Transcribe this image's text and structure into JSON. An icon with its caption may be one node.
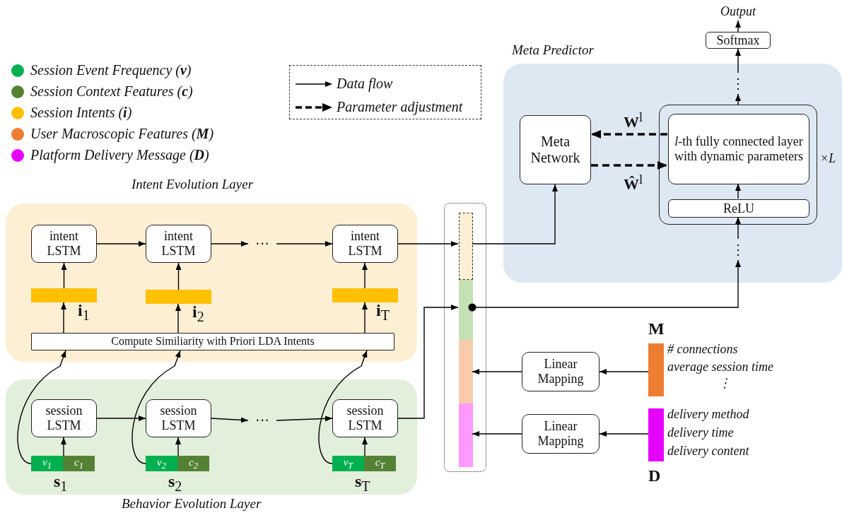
{
  "diagram": {
    "nodes": [
      {
        "text": [
          "Intent Evolution Layer"
        ]
      },
      {
        "text": [
          "intent LSTM"
        ],
        "in": 0
      },
      {
        "text": [
          "intent LSTM"
        ],
        "in": 0
      },
      {
        "text": [
          "···"
        ],
        "in": 0
      },
      {
        "text": [
          "intent LSTM"
        ],
        "in": 0
      },
      {
        "text": [],
        "shape": "bar",
        "beside": [
          "**i**$_{1}$"
        ],
        "in": 0
      },
      {
        "text": [],
        "shape": "bar",
        "beside": [
          "**i**$_{2}$"
        ],
        "in": 0
      },
      {
        "text": [],
        "shape": "bar",
        "beside": [
          "**i**$_{T}$"
        ],
        "in": 0
      },
      {
        "text": [
          "Compute Similiarity with Priori LDA Intents"
        ],
        "in": 0
      },
      {
        "text": [
          "Behavior Evolution Layer"
        ]
      },
      {
        "text": [
          "session LSTM"
        ],
        "in": 9
      },
      {
        "text": [
          "session LSTM"
        ],
        "in": 9
      },
      {
        "text": [
          "···"
        ],
        "in": 9
      },
      {
        "text": [
          "session LSTM"
        ],
        "in": 9
      },
      {
        "text": [
          "*v*$_{1}$",
          "*c*$_{1}$"
        ],
        "beside": [
          "**s**$_{1}$"
        ],
        "in": 9
      },
      {
        "text": [
          "*v*$_{2}$",
          "*c*$_{2}$"
        ],
        "beside": [
          "**s**$_{2}$"
        ],
        "in": 9
      },
      {
        "text": [
          "*v*$_{T}$",
          "*c*$_{T}$"
        ],
        "beside": [
          "**s**$_{T}$"
        ],
        "in": 9
      },
      {
        "text": [],
        "shape": "box"
      },
      {
        "text": [],
        "shape": "bar",
        "in": 17
      },
      {
        "text": [],
        "shape": "bar",
        "in": 17
      },
      {
        "text": [],
        "shape": "bar",
        "in": 17
      },
      {
        "text": [],
        "shape": "bar",
        "in": 17
      },
      {
        "text": [
          "Meta Predictor"
        ]
      },
      {
        "text": [
          "Meta Network"
        ],
        "in": 22
      },
      {
        "text": [],
        "shape": "box",
        "beside": [
          "×*L*"
        ],
        "in": 22
      },
      {
        "text": [
          "*l*-th fully connected layer with dynamic parameters"
        ],
        "in": 24
      },
      {
        "text": [
          "ReLU"
        ],
        "in": 24
      },
      {
        "text": [
          "⋮"
        ],
        "in": 22
      },
      {
        "text": [
          "⋮"
        ],
        "in": 22
      },
      {
        "text": [
          "Softmax"
        ]
      },
      {
        "text": [
          "Output"
        ]
      },
      {
        "text": [
          "Linear Mapping"
        ]
      },
      {
        "text": [
          "Linear Mapping"
        ]
      },
      {
        "text": [],
        "shape": "bar",
        "beside": [
          "**M**",
          "# connections",
          "average session time",
          "⋮"
        ]
      },
      {
        "text": [],
        "shape": "bar",
        "beside": [
          "**D**",
          "delivery method",
          "delivery time",
          "delivery content"
        ]
      }
    ],
    "edges": [
      {
        "from": 1,
        "to": 2,
        "arrow": "to"
      },
      {
        "from": 2,
        "to": 3,
        "arrow": "to"
      },
      {
        "from": 3,
        "to": 4,
        "arrow": "to"
      },
      {
        "from": 4,
        "to": 18,
        "arrow": "to"
      },
      {
        "from": 5,
        "to": 1,
        "arrow": "to"
      },
      {
        "from": 6,
        "to": 2,
        "arrow": "to"
      },
      {
        "from": 7,
        "to": 4,
        "arrow": "to"
      },
      {
        "from": 8,
        "to": 5,
        "arrow": "to"
      },
      {
        "from": 8,
        "to": 6,
        "arrow": "to"
      },
      {
        "from": 8,
        "to": 7,
        "arrow": "to"
      },
      {
        "from": 10,
        "to": 11,
        "arrow": "to"
      },
      {
        "from": 11,
        "to": 12,
        "arrow": "to"
      },
      {
        "from": 12,
        "to": 13,
        "arrow": "to"
      },
      {
        "from": 14,
        "to": 10,
        "arrow": "to"
      },
      {
        "from": 15,
        "to": 11,
        "arrow": "to"
      },
      {
        "from": 16,
        "to": 13,
        "arrow": "to"
      },
      {
        "from": 14,
        "to": 8,
        "arrow": "to"
      },
      {
        "from": 15,
        "to": 8,
        "arrow": "to"
      },
      {
        "from": 16,
        "to": 8,
        "arrow": "to"
      },
      {
        "from": 13,
        "to": 19,
        "arrow": "to"
      },
      {
        "from": 18,
        "to": 23,
        "arrow": "to"
      },
      {
        "from": 19,
        "to": 27,
        "arrow": "to"
      },
      {
        "from": 27,
        "to": 26,
        "arrow": "to"
      },
      {
        "from": 26,
        "to": 25,
        "arrow": "to"
      },
      {
        "from": 25,
        "to": 23,
        "arrow": "to",
        "style": "dashed",
        "label": "**W**$^{l}$"
      },
      {
        "from": 23,
        "to": 25,
        "arrow": "to",
        "style": "dashed",
        "label": "**Ŵ**$^{l}$"
      },
      {
        "from": 24,
        "to": 28,
        "arrow": "to"
      },
      {
        "from": 28,
        "to": 29,
        "arrow": "to"
      },
      {
        "from": 29,
        "to": 30,
        "arrow": "to"
      },
      {
        "from": 33,
        "to": 31,
        "arrow": "to"
      },
      {
        "from": 31,
        "to": 20,
        "arrow": "to"
      },
      {
        "from": 34,
        "to": 32,
        "arrow": "to"
      },
      {
        "from": 32,
        "to": 21,
        "arrow": "to"
      }
    ],
    "legend": [
      {
        "text": "Session Event Frequency (**ν**)",
        "color": "#00b050"
      },
      {
        "text": "Session Context Features (**c**)",
        "color": "#548235"
      },
      {
        "text": "Session Intents (**i**)",
        "color": "#ffc000"
      },
      {
        "text": "User Macroscopic Features (**M**)",
        "color": "#ed7d31"
      },
      {
        "text": "Platform Delivery Message (**D**)",
        "color": "#e600ff"
      },
      {
        "text": "Data flow"
      },
      {
        "text": "Parameter adjustment"
      }
    ]
  }
}
